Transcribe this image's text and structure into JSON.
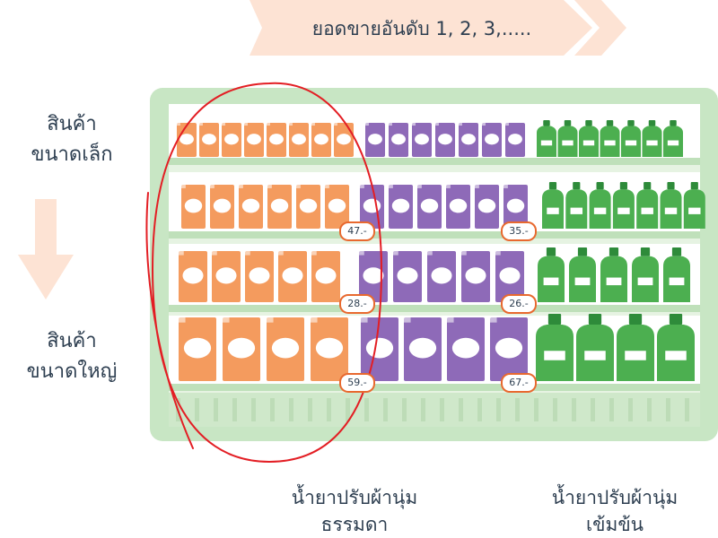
{
  "banner": {
    "text": "ยอดขายอันดับ 1, 2, 3,....."
  },
  "side": {
    "small_label": "สินค้า\nขนาดเล็ก",
    "large_label": "สินค้า\nขนาดใหญ่"
  },
  "prices": {
    "row2_orange": "47.-",
    "row2_purple": "35.-",
    "row3_orange": "28.-",
    "row3_purple": "26.-",
    "row4_orange": "59.-",
    "row4_purple": "67.-"
  },
  "bottom": {
    "regular_line1": "น้ำยาปรับผ้านุ่ม",
    "regular_line2": "ธรรมดา",
    "concentrated_line1": "น้ำยาปรับผ้านุ่ม",
    "concentrated_line2": "เข้มข้น"
  },
  "colors": {
    "shelf_frame": "#c8e6c4",
    "shelf_inner": "#e6f3e2",
    "orange_pack": "#f49b5e",
    "purple_pack": "#8e6ab8",
    "green_bottle": "#4caf50",
    "circle": "#e31e24",
    "banner": "#fde3d4",
    "arrow": "#fde3d4"
  },
  "products": {
    "orange_counts": [
      8,
      6,
      5,
      4
    ],
    "purple_counts": [
      7,
      6,
      5,
      4
    ],
    "green_counts": [
      7,
      7,
      5,
      4
    ]
  }
}
